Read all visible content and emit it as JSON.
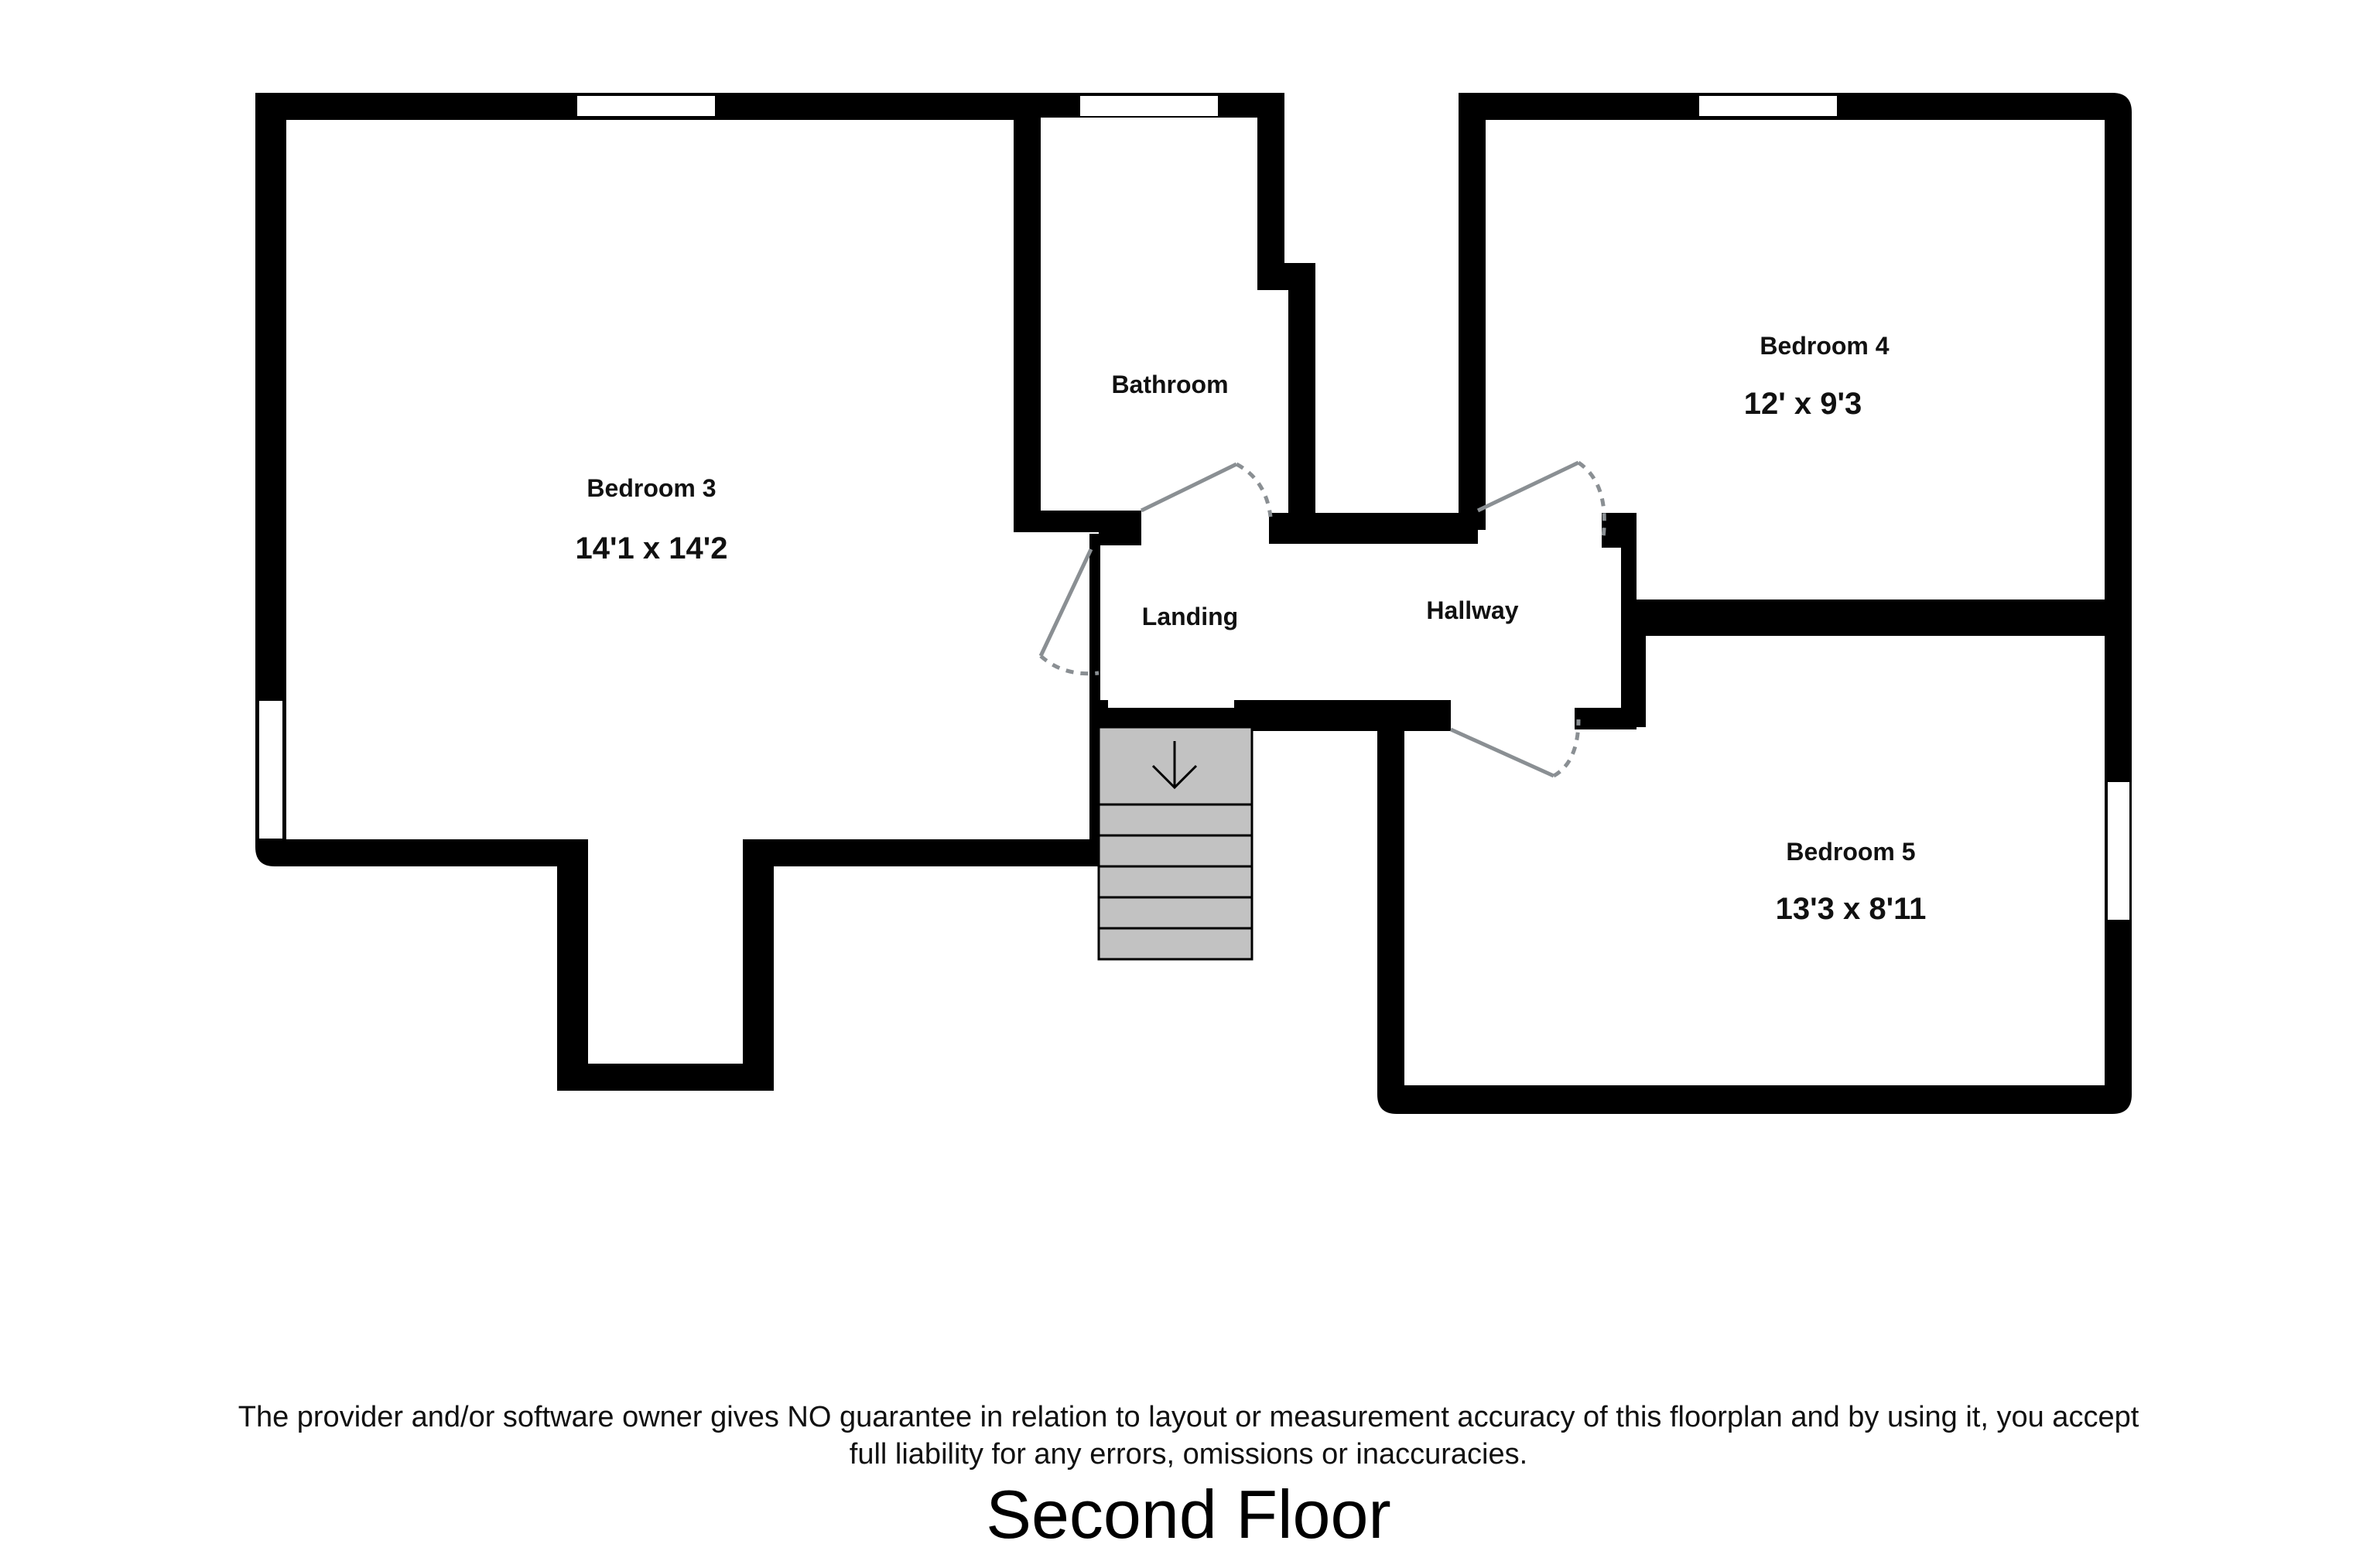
{
  "rooms": {
    "bedroom3": {
      "name": "Bedroom 3",
      "dims": "14'1 x 14'2"
    },
    "bathroom": {
      "name": "Bathroom"
    },
    "bedroom4": {
      "name": "Bedroom 4",
      "dims": "12' x 9'3"
    },
    "landing": {
      "name": "Landing"
    },
    "hallway": {
      "name": "Hallway"
    },
    "bedroom5": {
      "name": "Bedroom 5",
      "dims": "13'3 x 8'11"
    }
  },
  "disclaimer": {
    "line1": "The provider and/or software owner gives NO guarantee in relation to layout or measurement accuracy of this floorplan and by using it, you accept",
    "line2": "full liability for any errors, omissions or inaccuracies."
  },
  "floor_title": "Second Floor",
  "colors": {
    "wall": "#000000",
    "stairs": "#c2c2c2",
    "door": "#8a8f93",
    "window": "#ffffff"
  },
  "icons": [
    "stairs-down-arrow-icon"
  ]
}
